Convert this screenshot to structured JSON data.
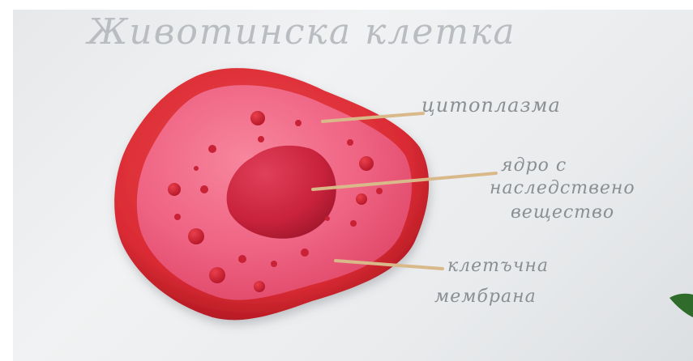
{
  "title": "Животинска клетка",
  "labels": {
    "cytoplasm": "цитоплазма",
    "nucleus": [
      "ядро с",
      "наследствено",
      "вещество"
    ],
    "membrane": [
      "клетъчна",
      "мембрана"
    ]
  },
  "colors": {
    "paper": "#eceeef",
    "membrane": "#d92c35",
    "cytoplasm": "#ee5d7d",
    "nucleus": "#c8223c",
    "organelle": "#cf2437",
    "toothpick": "#d9b98a",
    "handwriting": "#8a8f94"
  }
}
